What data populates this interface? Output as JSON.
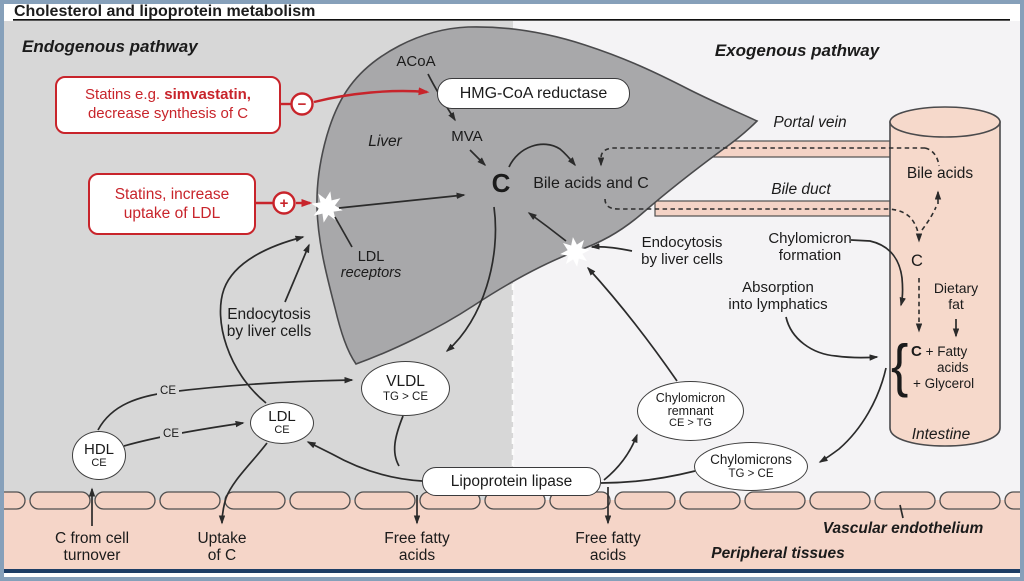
{
  "title": "Cholesterol and lipoprotein metabolism",
  "sections": {
    "endogenous": "Endogenous pathway",
    "exogenous": "Exogenous pathway"
  },
  "colors": {
    "accent_red": "#c8242b",
    "liver_gray": "#a8a8aa",
    "endogenous_bg": "#d7d7d7",
    "exogenous_bg": "#f4f3f5",
    "tissue_pink": "#f5d5c8",
    "frame_blue": "#86a0ba",
    "frame_navy": "#1d3e66",
    "outline": "#3f3f3f"
  },
  "statin_synthesis_box": {
    "line1_prefix": "Statins e.g. ",
    "line1_bold": "simvastatin,",
    "line2": "decrease synthesis of C",
    "sign": "−"
  },
  "statin_uptake_box": {
    "line1": "Statins, increase",
    "line2": "uptake of LDL",
    "sign": "+"
  },
  "liver": {
    "label": "Liver",
    "acoa": "ACoA",
    "enzyme": "HMG-CoA reductase",
    "mva": "MVA",
    "c": "C",
    "bile": "Bile acids and C",
    "receptors_line1": "LDL",
    "receptors_line2": "receptors"
  },
  "endocytosis_left": {
    "line1": "Endocytosis",
    "line2": "by liver cells"
  },
  "endocytosis_right": {
    "line1": "Endocytosis",
    "line2": "by liver cells"
  },
  "exogenous_labels": {
    "portal_vein": "Portal vein",
    "bile_duct": "Bile duct",
    "chylomicron_formation_line1": "Chylomicron",
    "chylomicron_formation_line2": "formation",
    "absorption_line1": "Absorption",
    "absorption_line2": "into lymphatics"
  },
  "intestine": {
    "bile_acids": "Bile acids",
    "c_upper": "C",
    "dietary_line1": "Dietary",
    "dietary_line2": "fat",
    "brace": "{",
    "fat_c": "C",
    "fat_line1": " + Fatty",
    "fat_line2": "acids",
    "fat_line3": "+ Glycerol",
    "label": "Intestine"
  },
  "vesicles": {
    "hdl": {
      "l1": "HDL",
      "l2": "CE"
    },
    "ldl": {
      "l1": "LDL",
      "l2": "CE"
    },
    "vldl": {
      "l1": "VLDL",
      "l2": "TG > CE"
    },
    "remnant": {
      "l1": "Chylomicron",
      "l2": "remnant",
      "l3": "CE > TG"
    },
    "chylomicrons": {
      "l1": "Chylomicrons",
      "l2": "TG > CE"
    }
  },
  "lipase": "Lipoprotein lipase",
  "ce_transfer": {
    "upper": "CE",
    "lower": "CE"
  },
  "bottom": {
    "turnover_line1": "C from cell",
    "turnover_line2": "turnover",
    "uptake_line1": "Uptake",
    "uptake_line2": "of C",
    "ffa1_line1": "Free fatty",
    "ffa1_line2": "acids",
    "ffa2_line1": "Free fatty",
    "ffa2_line2": "acids",
    "peripheral": "Peripheral tissues",
    "vascular": "Vascular endothelium"
  }
}
